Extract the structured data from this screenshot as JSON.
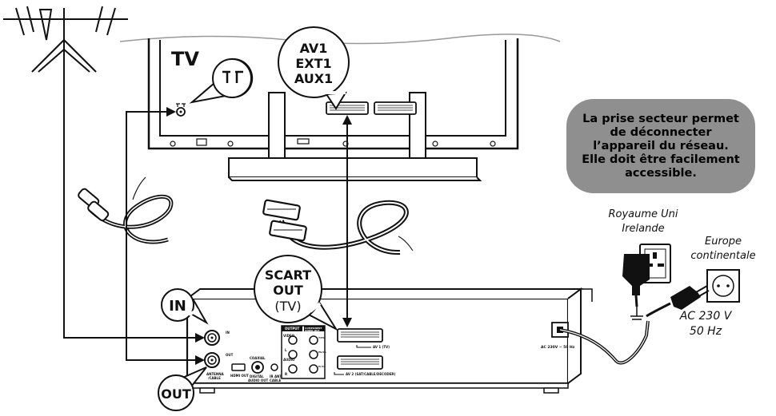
{
  "tv": {
    "label": "TV",
    "scart_callout": [
      "AV1",
      "EXT1",
      "AUX1"
    ]
  },
  "recorder": {
    "scart_callout": [
      "SCART",
      "OUT",
      "(TV)"
    ],
    "in_label": "IN",
    "out_label": "OUT",
    "panel": {
      "in_small": "IN",
      "out_small": "OUT",
      "antenna": [
        "ANTENNA",
        "/CABLE"
      ],
      "hdmi": "HDMI OUT",
      "coaxial": "COAXIAL",
      "digital_audio": [
        "DIGITAL",
        "AUDIO OUT"
      ],
      "ir_ant": [
        "IR ANT",
        "CABLE"
      ],
      "output": "OUTPUT",
      "component": [
        "COMPONENT",
        "VIDEO OUT"
      ],
      "video": "VIDEO",
      "l": "L",
      "audio": "AUDIO",
      "r": "R",
      "ypb": "Y/Pb",
      "pbcb": "Pb/Cb",
      "prcr": "Pr/Cr",
      "av1": "AV 1 (TV)",
      "av2": "AV 2 (SAT/CABLE/DECODER)",
      "ac": "AC 230V ~ 50 Hz"
    }
  },
  "note": "La prise secteur permet de déconnecter l’appareil du réseau. Elle doit être facilement accessible.",
  "mains": {
    "uk": [
      "Royaume Uni",
      "Irelande"
    ],
    "europe": [
      "Europe",
      "continentale"
    ],
    "voltage": [
      "AC 230 V",
      "50 Hz"
    ]
  },
  "colors": {
    "note_bg": "#8f8f8f",
    "line": "#111111"
  }
}
